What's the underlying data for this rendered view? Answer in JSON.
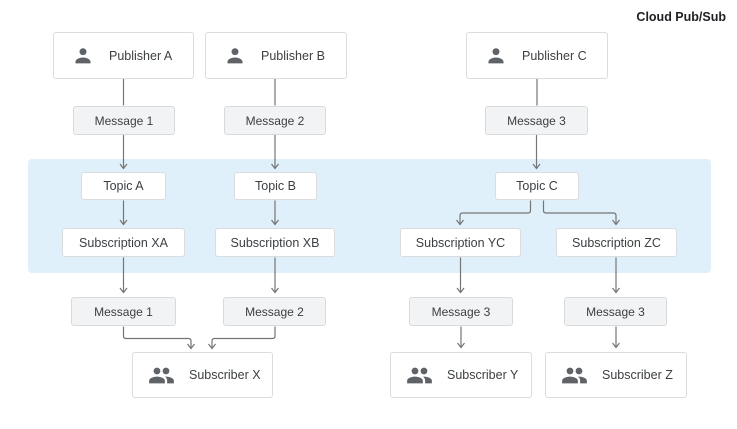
{
  "band": {
    "label": "Cloud Pub/Sub"
  },
  "nodes": {
    "publishers": [
      "Publisher A",
      "Publisher B",
      "Publisher C"
    ],
    "messages_in": [
      "Message 1",
      "Message 2",
      "Message 3"
    ],
    "topics": [
      "Topic A",
      "Topic B",
      "Topic C"
    ],
    "subscriptions": [
      "Subscription XA",
      "Subscription XB",
      "Subscription YC",
      "Subscription ZC"
    ],
    "messages_out": [
      "Message 1",
      "Message 2",
      "Message 3",
      "Message 3"
    ],
    "subscribers": [
      "Subscriber X",
      "Subscriber Y",
      "Subscriber Z"
    ]
  },
  "icons": {
    "publisher": "person-icon",
    "subscriber": "people-icon"
  },
  "colors": {
    "band_fill": "#dff0fb",
    "box_border": "#dadce0",
    "message_fill": "#f1f3f4",
    "line": "#757575",
    "icon": "#5f6368",
    "text": "#3c4043",
    "band_label_text": "#202124"
  }
}
